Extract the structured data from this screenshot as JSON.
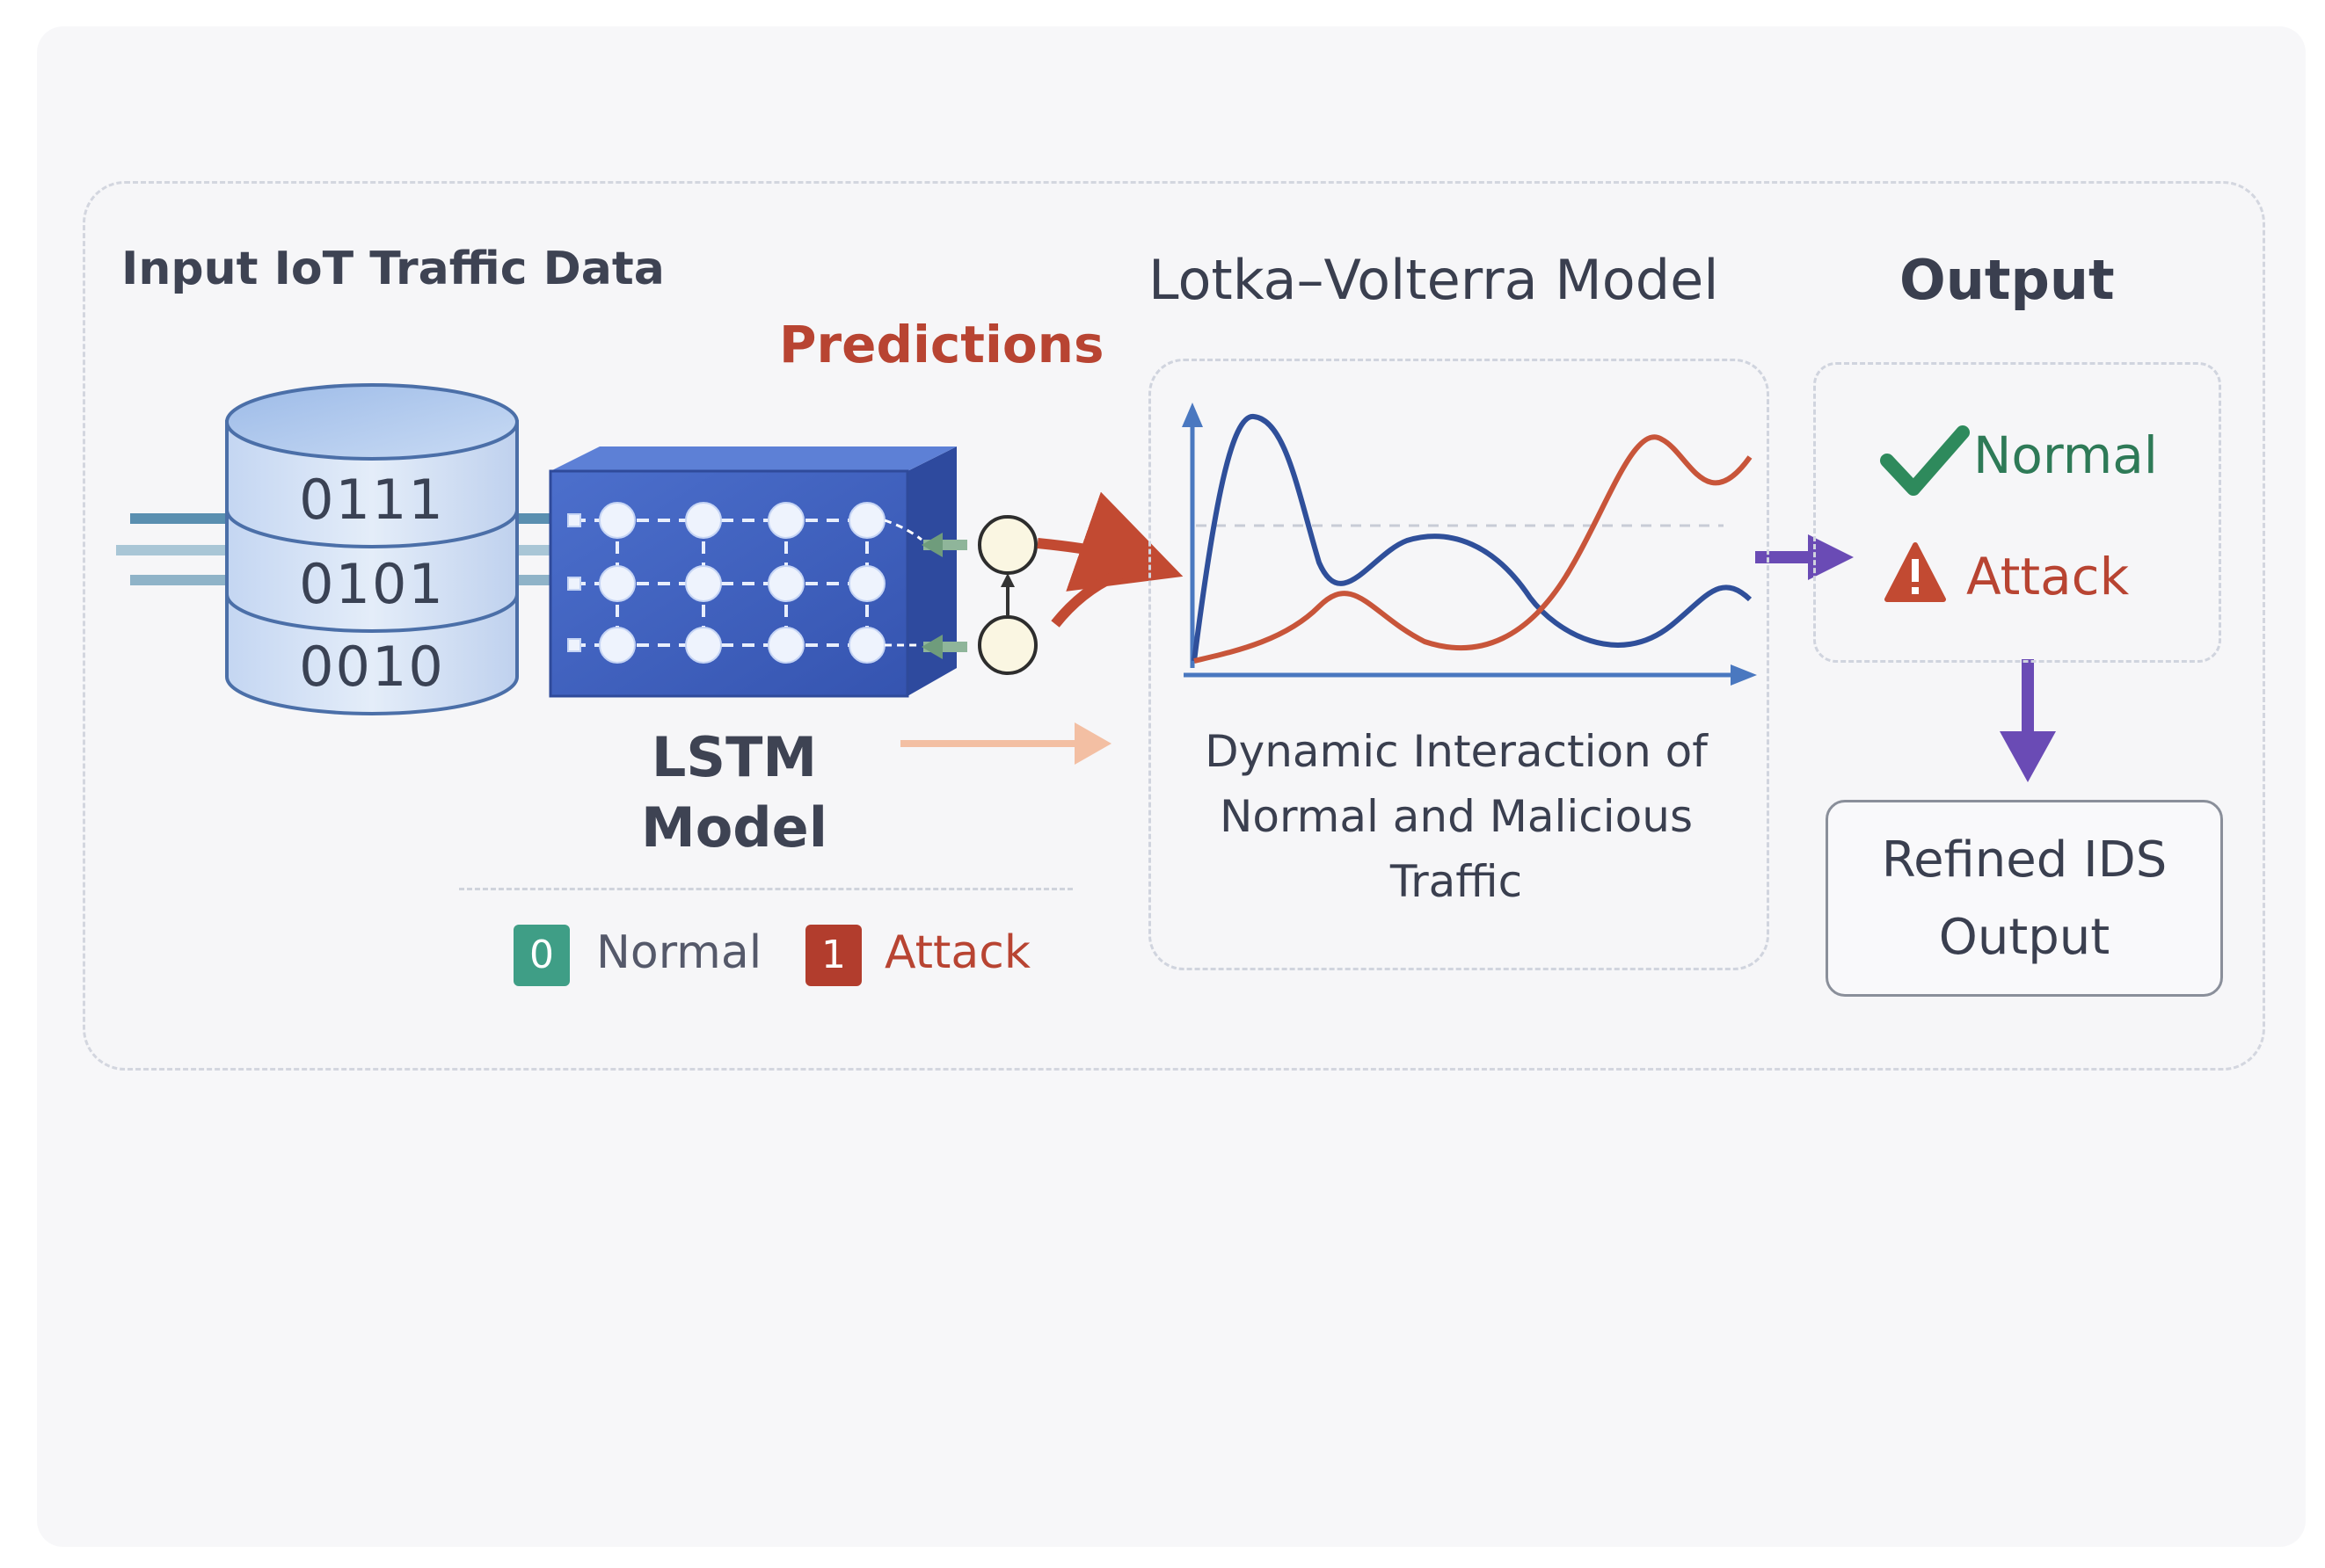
{
  "titles": {
    "input": "Input IoT Traffic Data",
    "predictions": "Predictions",
    "lotka_volterra": "Lotka–Volterra Model",
    "output": "Output"
  },
  "database": {
    "rows": [
      "0111",
      "0101",
      "0010"
    ]
  },
  "lstm": {
    "line1": "LSTM",
    "line2": "Model"
  },
  "legend": {
    "normal_code": "0",
    "normal_label": "Normal",
    "attack_code": "1",
    "attack_label": "Attack"
  },
  "lv_model": {
    "caption_line1": "Dynamic Interaction of",
    "caption_line2": "Normal and Malicious",
    "caption_line3": "Traffic"
  },
  "output": {
    "normal_label": "Normal",
    "attack_label": "Attack",
    "refined_line1": "Refined IDS",
    "refined_line2": "Output"
  },
  "colors": {
    "normal_green": "#2e7a57",
    "attack_red": "#b84432",
    "lstm_blue": "#3f5fc0",
    "arrow_purple": "#6a4bb5",
    "curve_blue": "#2f4f9a",
    "curve_red": "#c8553a"
  },
  "icons": {
    "check": "check-icon",
    "warning": "warning-icon",
    "database": "database-icon"
  }
}
